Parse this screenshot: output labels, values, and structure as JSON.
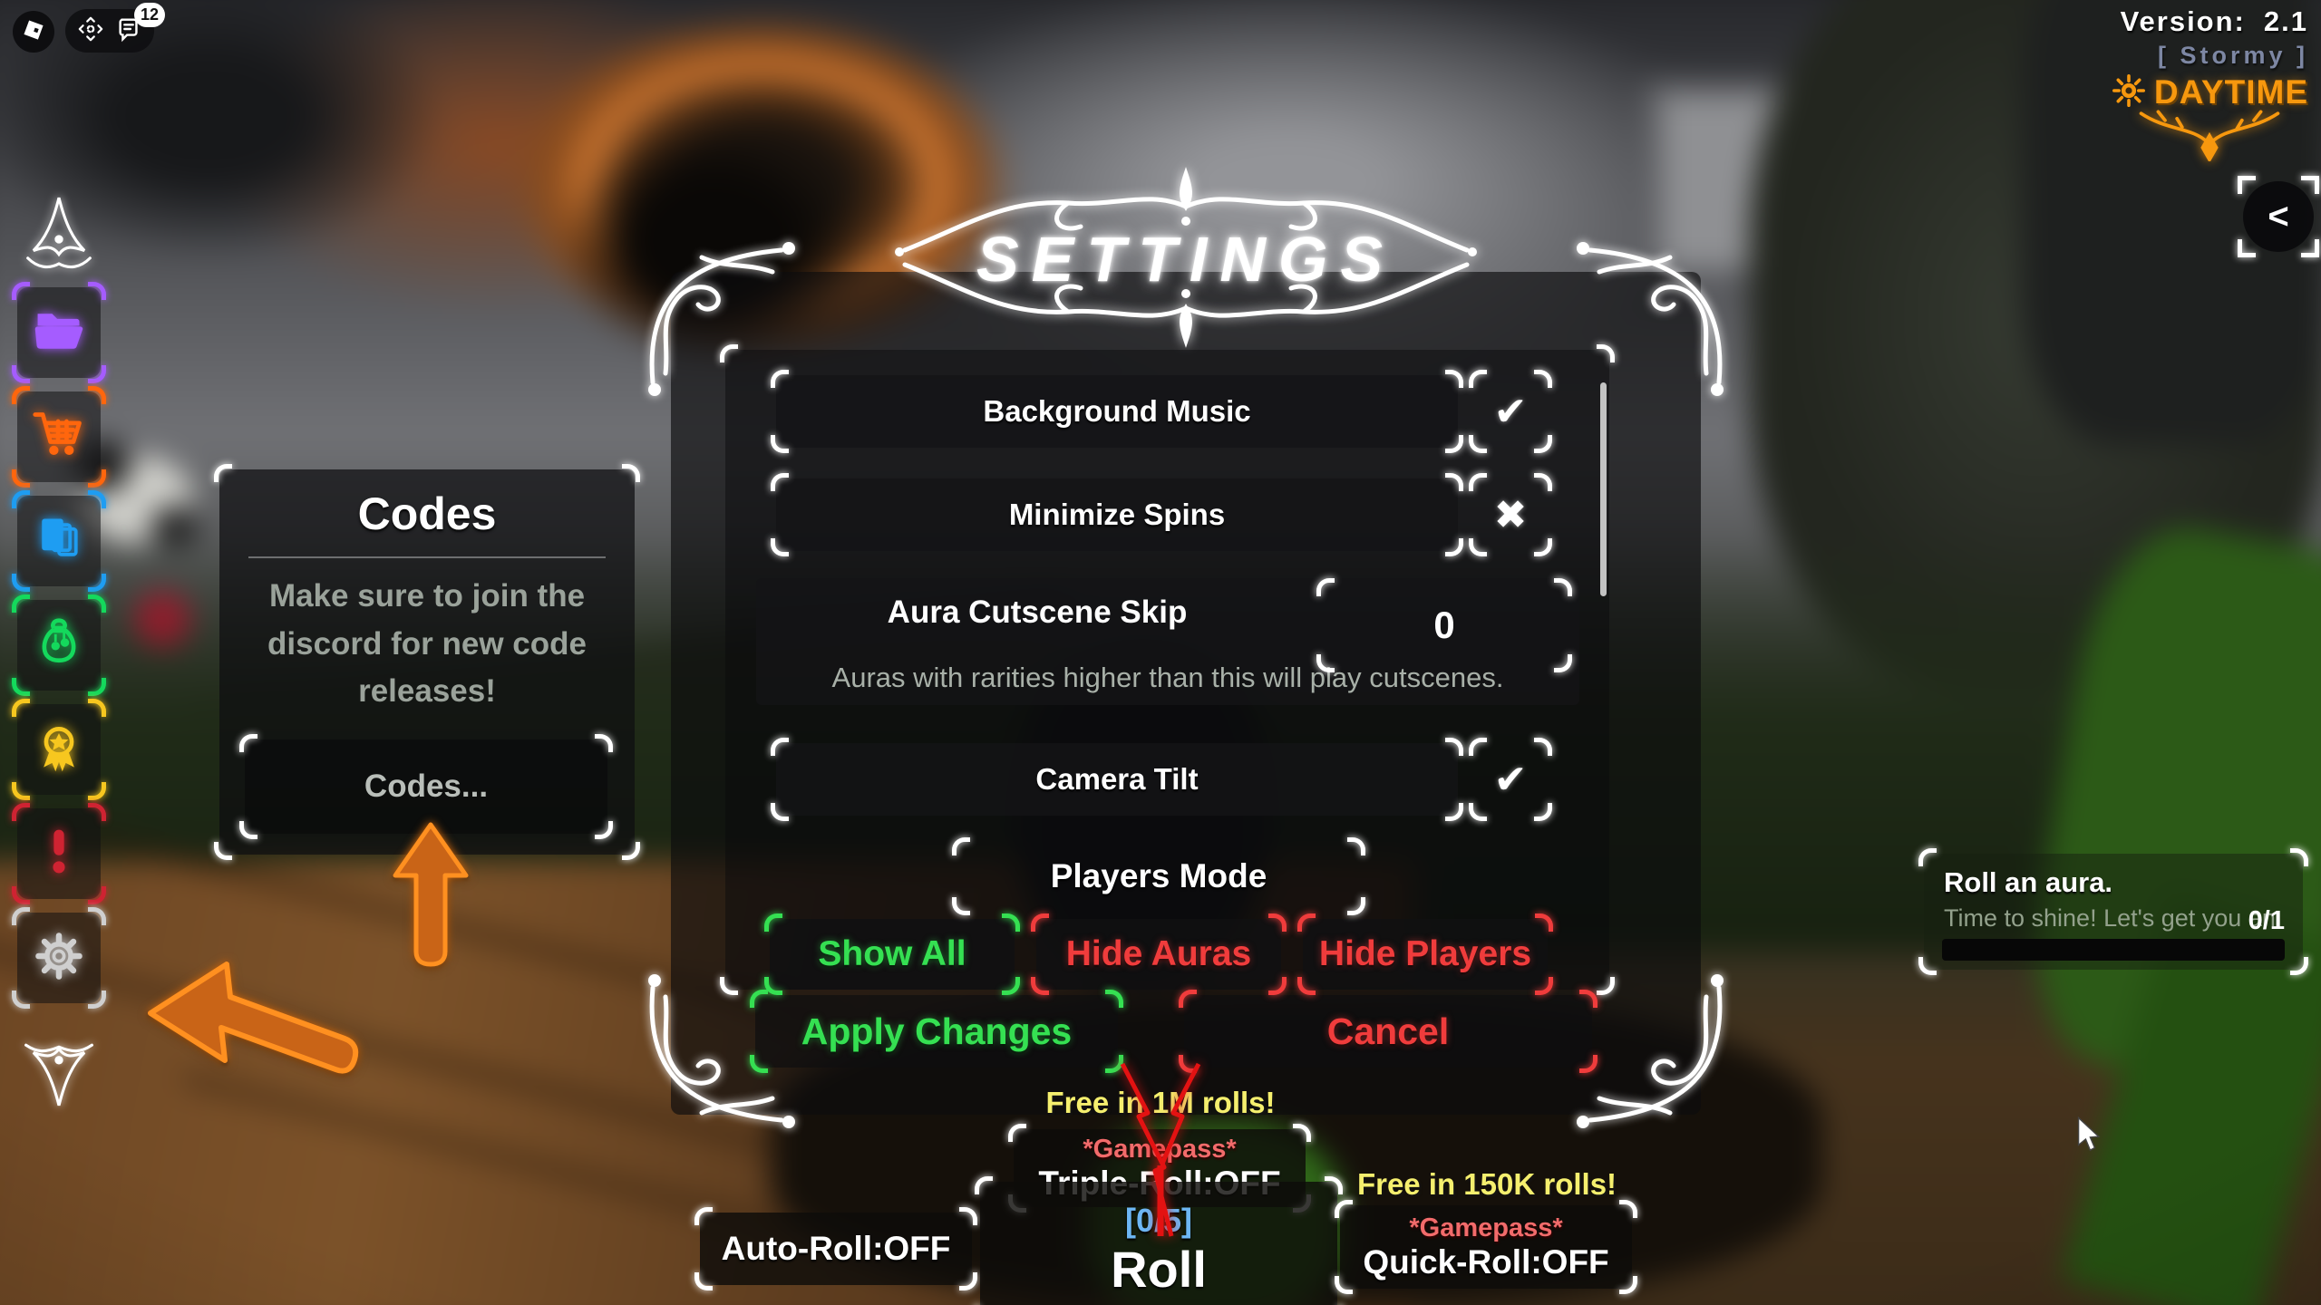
{
  "hud": {
    "version_label": "Version:",
    "version_value": "2.1",
    "weather": "[ Stormy ]",
    "daytime": "DAYTIME",
    "collapse": "<",
    "chat_badge": "12"
  },
  "sidebar": {
    "items": [
      {
        "id": "inventory",
        "icon": "folder-icon",
        "color": "#a55cff"
      },
      {
        "id": "shop",
        "icon": "cart-icon",
        "color": "#ff660d"
      },
      {
        "id": "index",
        "icon": "cards-icon",
        "color": "#1e9df2"
      },
      {
        "id": "merchant",
        "icon": "pouch-icon",
        "color": "#14d95c"
      },
      {
        "id": "achievements",
        "icon": "medal-icon",
        "color": "#f7c71f"
      },
      {
        "id": "alerts",
        "icon": "exclamation-icon",
        "color": "#cf2332"
      },
      {
        "id": "settings",
        "icon": "gear-icon",
        "color": "#cfcfcf"
      }
    ]
  },
  "codes_panel": {
    "title": "Codes",
    "description": "Make sure to join the discord for new code releases!",
    "placeholder": "Codes..."
  },
  "settings_panel": {
    "title": "SETTINGS",
    "rows": [
      {
        "label": "Background Music",
        "mark": "✔",
        "state": "on"
      },
      {
        "label": "Minimize Spins",
        "mark": "✖",
        "state": "off"
      },
      {
        "label": "Aura Cutscene Skip",
        "value": "0",
        "description": "Auras with rarities higher than this will play cutscenes."
      },
      {
        "label": "Camera Tilt",
        "mark": "✔",
        "state": "on"
      }
    ],
    "players_mode": {
      "label": "Players Mode",
      "options": [
        "Show All",
        "Hide Auras",
        "Hide Players"
      ]
    },
    "apply_label": "Apply Changes",
    "cancel_label": "Cancel"
  },
  "roll_bar": {
    "triple_roll": {
      "promo": "Free in 1M rolls!",
      "gamepass": "*Gamepass*",
      "label": "Triple-Roll:OFF"
    },
    "auto_roll": {
      "label": "Auto-Roll:OFF"
    },
    "roll": {
      "counter": "[0/5]",
      "label": "Roll"
    },
    "quick_roll": {
      "promo": "Free in 150K rolls!",
      "gamepass": "*Gamepass*",
      "label": "Quick-Roll:OFF"
    }
  },
  "quest_panel": {
    "title": "Roll an aura.",
    "subtitle": "Time to shine! Let's get you an aura.",
    "progress": "0/1"
  },
  "colors": {
    "accent_orange": "#f7980e",
    "green": "#35e052",
    "red": "#f03c3c",
    "promo_yellow": "#f5ef6e",
    "gamepass_pink": "#f26b6b",
    "counter_blue": "#6db7f5",
    "weather_gray": "#7d87a3",
    "sidebar": [
      "#a55cff",
      "#ff660d",
      "#1e9df2",
      "#14d95c",
      "#f7c71f",
      "#cf2332",
      "#cfcfcf"
    ]
  }
}
